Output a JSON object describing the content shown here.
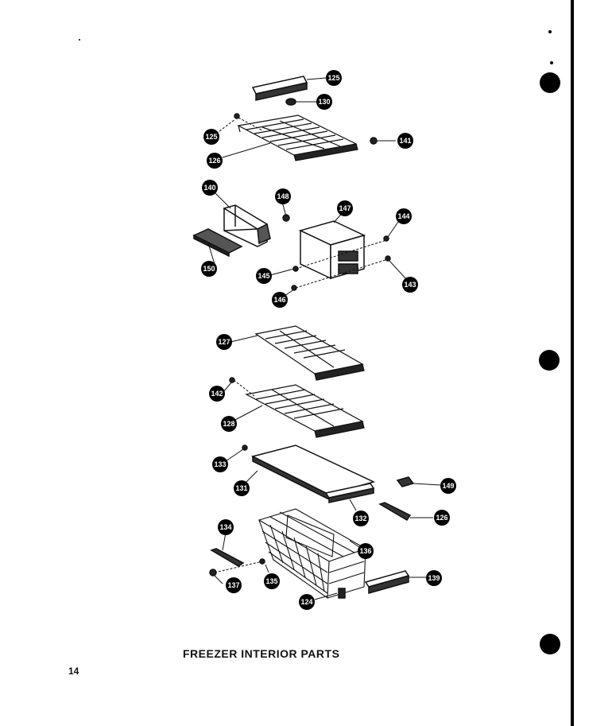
{
  "title": "FREEZER INTERIOR PARTS",
  "page_number": "14",
  "callouts": [
    "125",
    "130",
    "125",
    "126",
    "141",
    "140",
    "148",
    "147",
    "144",
    "150",
    "145",
    "143",
    "146",
    "127",
    "142",
    "128",
    "133",
    "131",
    "149",
    "132",
    "126",
    "134",
    "135",
    "137",
    "136",
    "124",
    "139"
  ]
}
